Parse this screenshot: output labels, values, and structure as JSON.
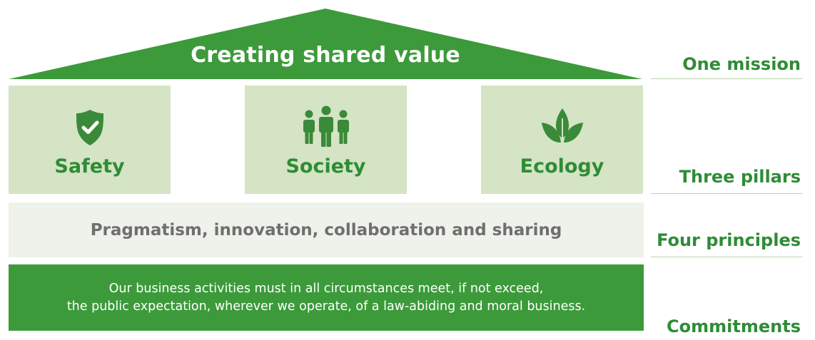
{
  "roof": {
    "title": "Creating shared value"
  },
  "pillars": [
    {
      "label": "Safety",
      "icon": "shield-check-icon"
    },
    {
      "label": "Society",
      "icon": "people-group-icon"
    },
    {
      "label": "Ecology",
      "icon": "leaves-icon"
    }
  ],
  "principles": {
    "text": "Pragmatism, innovation, collaboration and sharing"
  },
  "commitments": {
    "line1": "Our business activities must in all circumstances meet, if not exceed,",
    "line2": "the public expectation, wherever we operate, of a law-abiding and moral business."
  },
  "side_labels": {
    "mission": "One mission",
    "pillars": "Three pillars",
    "principles": "Four principles",
    "commitments": "Commitments"
  },
  "colors": {
    "primary_green": "#3c9a3a",
    "text_green": "#2f8c36",
    "pillar_bg": "#d4e4c4",
    "principles_bg": "#eef2ea",
    "icon_green": "#3a8a3a"
  }
}
